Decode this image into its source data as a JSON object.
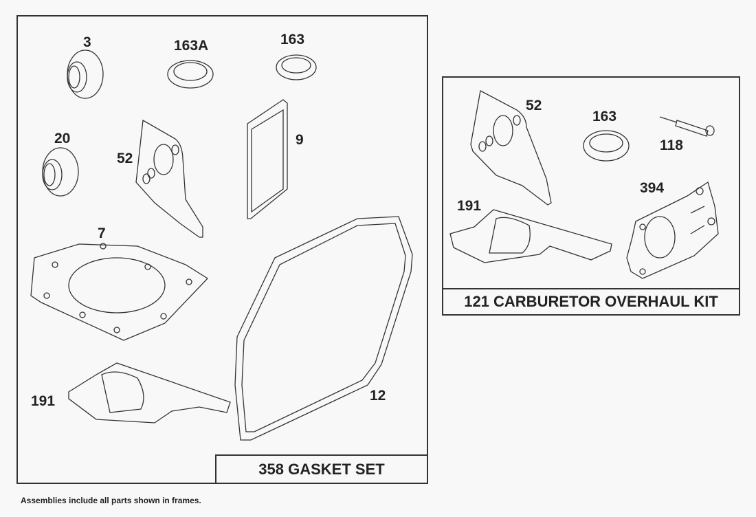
{
  "gasket_set": {
    "title": "358 GASKET SET",
    "parts": {
      "p3": "3",
      "p163a": "163A",
      "p163": "163",
      "p20": "20",
      "p52": "52",
      "p9": "9",
      "p7": "7",
      "p191": "191",
      "p12": "12"
    }
  },
  "carb_kit": {
    "title": "121 CARBURETOR OVERHAUL KIT",
    "parts": {
      "p52": "52",
      "p163": "163",
      "p118": "118",
      "p191": "191",
      "p394": "394"
    }
  },
  "footnote": "Assemblies include all parts shown in frames."
}
